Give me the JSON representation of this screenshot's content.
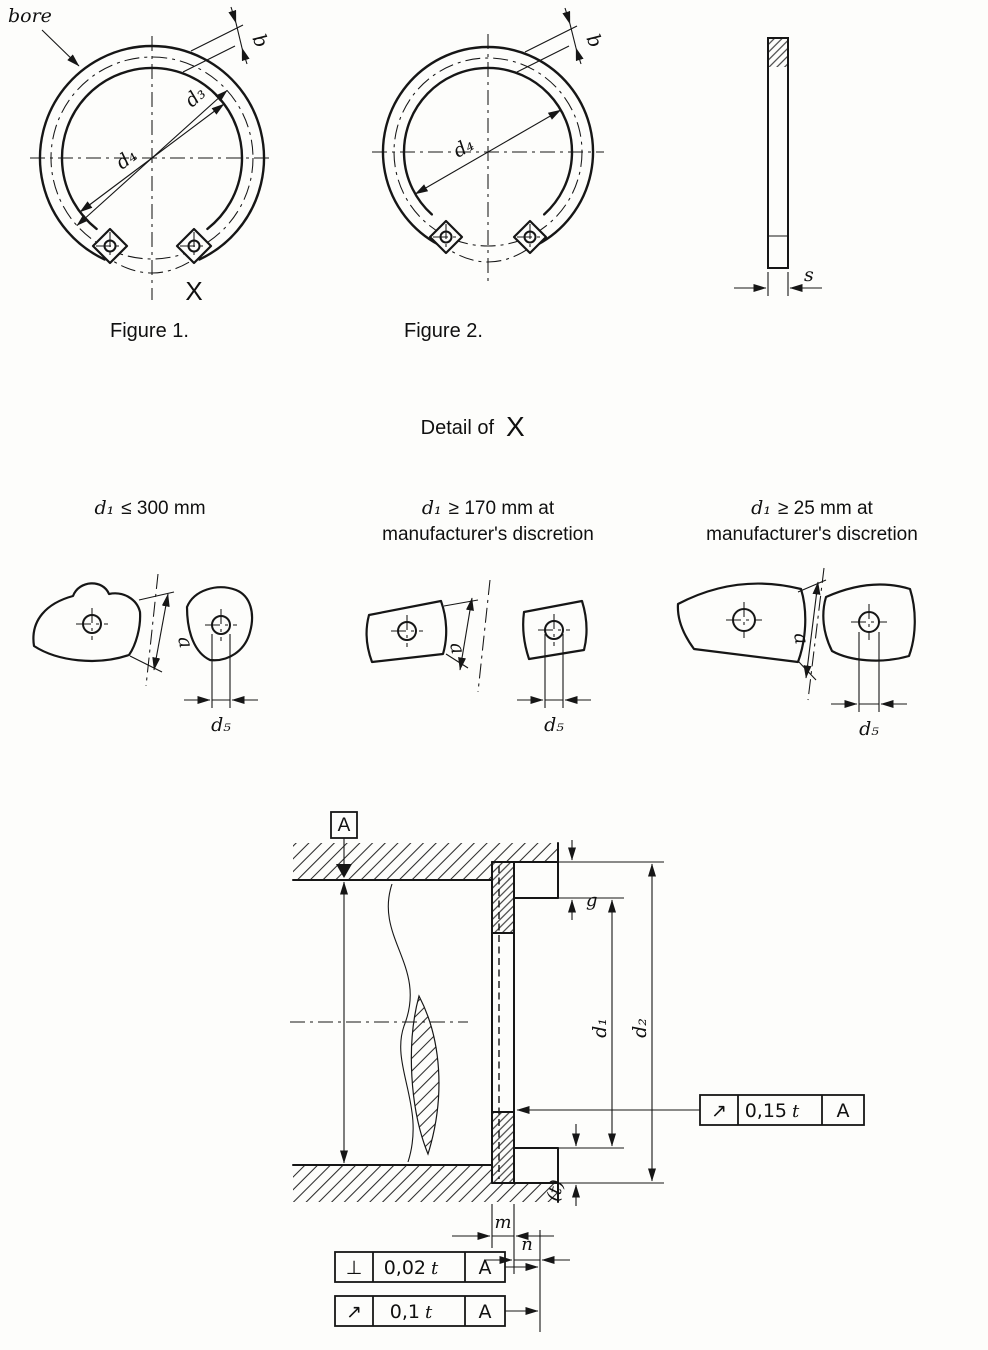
{
  "colors": {
    "ink": "#161616",
    "paper": "#fdfdfb"
  },
  "figure1": {
    "caption": "Figure 1.",
    "bore_label": "bore",
    "dim_b": "b",
    "dim_d4": "d₄",
    "dim_d3": "d₃",
    "detail_marker": "X"
  },
  "figure2": {
    "caption": "Figure 2.",
    "dim_b": "b",
    "dim_d4": "d₄"
  },
  "side_view": {
    "dim_s": "s"
  },
  "detail": {
    "heading_prefix": "Detail of",
    "heading_marker": "X",
    "variants": [
      {
        "cond_d": "d₁",
        "cond_rest": "≤ 300 mm",
        "cond_line2": "",
        "dim_a": "a",
        "dim_d5": "d₅"
      },
      {
        "cond_d": "d₁",
        "cond_rest": "≥ 170 mm at",
        "cond_line2": "manufacturer's discretion",
        "dim_a": "a",
        "dim_d5": "d₅"
      },
      {
        "cond_d": "d₁",
        "cond_rest": "≥ 25 mm at",
        "cond_line2": "manufacturer's discretion",
        "dim_a": "a",
        "dim_d5": "d₅"
      }
    ]
  },
  "section": {
    "datum_label": "A",
    "dim_g": "g",
    "dim_d1": "d₁",
    "dim_d2": "d₂",
    "dim_t": "(t)",
    "dim_m": "m",
    "dim_n": "n",
    "fcf_runout_right": {
      "symbol": "↗",
      "value": "0,15",
      "ref": "t",
      "datum": "A"
    },
    "fcf_perpendicularity": {
      "symbol": "⊥",
      "value": "0,02",
      "ref": "t",
      "datum": "A"
    },
    "fcf_runout_bottom": {
      "symbol": "↗",
      "value": "0,1",
      "ref": "t",
      "datum": "A"
    }
  }
}
